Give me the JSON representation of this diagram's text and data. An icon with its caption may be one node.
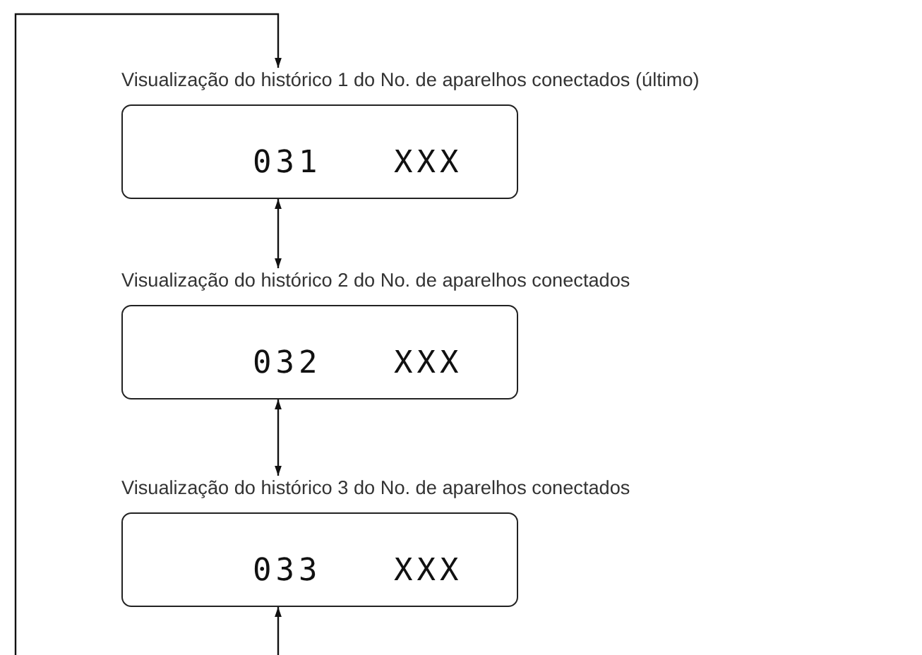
{
  "diagram": {
    "nodes": [
      {
        "text": [
          "Visualização do histórico 1 do No. de aparelhos conectados (último)",
          "031",
          "XXX"
        ]
      },
      {
        "text": [
          "Visualização do histórico 2 do No. de aparelhos conectados",
          "032",
          "XXX"
        ]
      },
      {
        "text": [
          "Visualização do histórico 3 do No. de aparelhos conectados",
          "033",
          "XXX"
        ]
      }
    ],
    "edges": [
      {
        "from": 0,
        "to": 1,
        "arrow": "both"
      },
      {
        "from": 1,
        "to": 2,
        "arrow": "both"
      },
      {
        "from": 2,
        "to": 0,
        "arrow": "both"
      }
    ]
  }
}
